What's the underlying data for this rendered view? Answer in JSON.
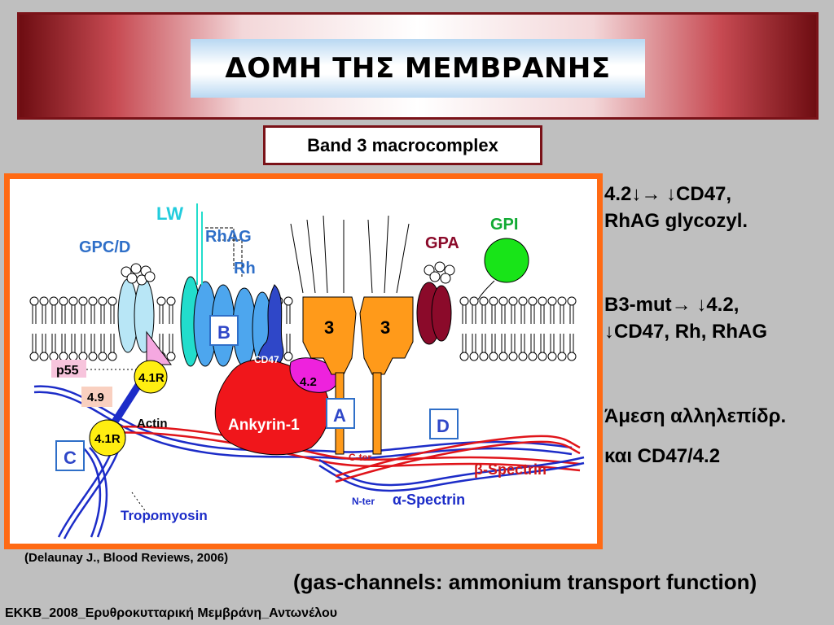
{
  "header": {
    "title": "ΔΟΜΗ ΤΗΣ ΜΕΜΒΡΑΝΗΣ"
  },
  "subtitle": "Band 3 macrocomplex",
  "diagram": {
    "labels": {
      "lw": "LW",
      "rhag": "RhAG",
      "rh": "Rh",
      "gpcd": "GPC/D",
      "gpa": "GPA",
      "gpi": "GPI",
      "b": "B",
      "cd47": "CD47",
      "p55": "p55",
      "r41_top": "4.1R",
      "r41_bottom": "4.1R",
      "r49": "4.9",
      "actin": "Actin",
      "c": "C",
      "ankyrin": "Ankyrin-1",
      "a": "A",
      "d": "D",
      "band42": "4.2",
      "band3_left": "3",
      "band3_right": "3",
      "cter": "C-ter",
      "nter": "N-ter",
      "beta_spectrin": "β-Spectrin",
      "alpha_spectrin": "α-Spectrin",
      "tropomyosin": "Tropomyosin"
    },
    "colors": {
      "frame": "#ff6a14",
      "ankyrin": "#f0161b",
      "band3": "#ff9a1a",
      "band42": "#ee22dd",
      "gpa": "#8b0a2a",
      "gpi": "#18e418",
      "rh": "#4da6ee",
      "r41": "#ffee11",
      "spectrin_red": "#e0141a",
      "spectrin_blue": "#1c2cc8",
      "cd47": "#2f47c8"
    }
  },
  "citation": "(Delaunay J., Blood Reviews, 2006)",
  "side_notes": [
    {
      "lines": [
        "4.2↓→ ↓CD47,",
        "RhAG glycozyl."
      ]
    },
    {
      "lines": [
        "B3-mut→ ↓4.2,",
        "↓CD47, Rh, RhAG"
      ]
    },
    {
      "lines": [
        "Άμεση αλληλεπίδρ.",
        "και CD47/4.2"
      ]
    }
  ],
  "bottom_note": "(gas-channels: ammonium transport function)",
  "footer": "ΕΚΚΒ_2008_Ερυθροκυτταρική Μεμβράνη_Αντωνέλου"
}
